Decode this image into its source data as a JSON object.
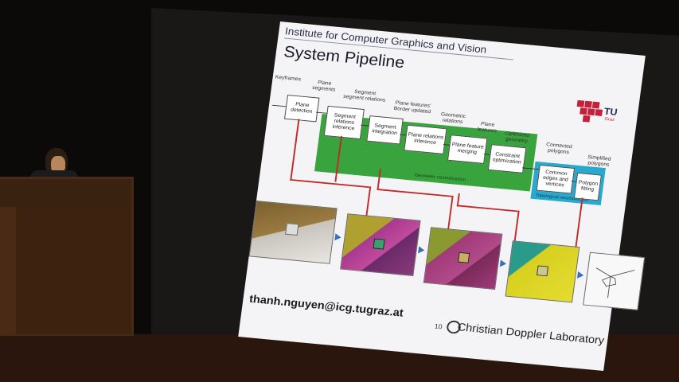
{
  "slide": {
    "institute": "Institute for Computer Graphics and Vision",
    "title": "System Pipeline",
    "logo_text": "TU",
    "logo_sub": "Graz",
    "email": "thanh.nguyen@icg.tugraz.at",
    "page_number": "10",
    "lab": "Christian Doppler Laboratory",
    "inputs": {
      "keyframes": "Keyframes",
      "plane_segments": "Plane segments",
      "segment_relations": "Segment segment relations",
      "plane_features": "Plane features' Border updated",
      "geometric_relations": "Geometric relations",
      "plane_features2": "Plane features",
      "optimized_geometry": "Optimized geometry",
      "connected_polygons": "Connected polygons",
      "simplified_polygons": "Simplified polygons"
    },
    "steps": {
      "plane_detection": "Plane detection",
      "segment_relations_inference": "Segment relations inference",
      "segment_integration": "Segment integration",
      "plane_relations_inference": "Plane relations inference",
      "plane_feature_merging": "Plane feature merging",
      "constraint_optimization": "Constraint optimization",
      "common_edges": "Common edges and vertices",
      "polygon_fitting": "Polygon fitting"
    },
    "bands": {
      "geometric": "Geometric reconstruction",
      "topological": "Topological reconstruction"
    }
  },
  "colors": {
    "green_band": "#39a33d",
    "blue_band": "#2aa9cf",
    "connector_red": "#c02a2a",
    "arrow_blue": "#3a6fc0",
    "tu_red": "#c4203a"
  }
}
